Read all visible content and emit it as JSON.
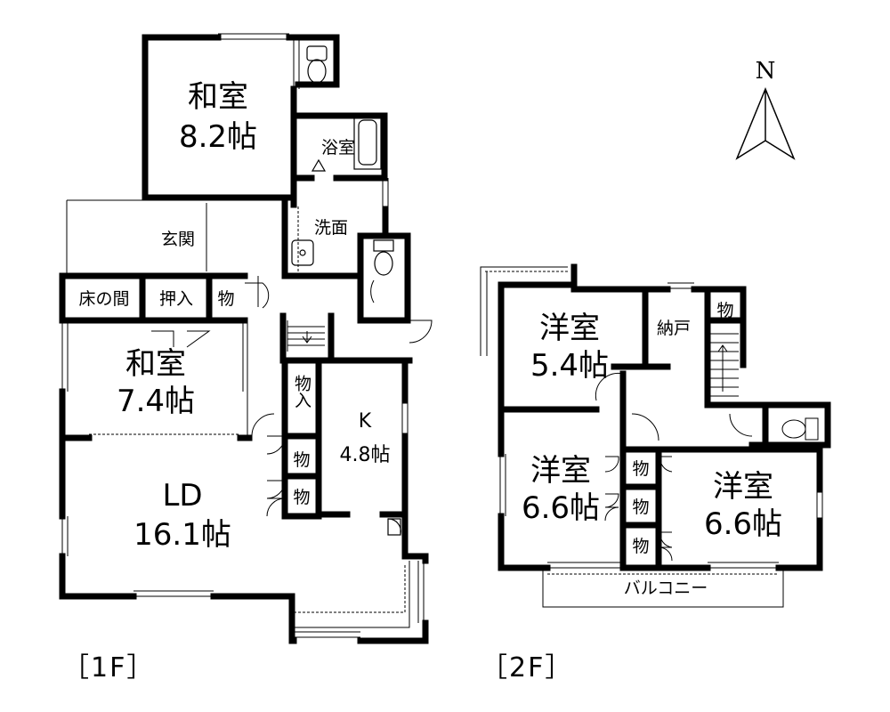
{
  "compass": {
    "north": "N"
  },
  "floor1": {
    "label": "［1F］",
    "rooms": {
      "washitsu_a": {
        "name": "和室",
        "size": "8.2帖"
      },
      "bath": "浴室",
      "wash": "洗面",
      "entrance": "玄関",
      "tokonoma": "床の間",
      "oshiire": "押入",
      "mono_a": "物",
      "washitsu_b": {
        "name": "和室",
        "size": "7.4帖"
      },
      "storage_in": "物入",
      "kitchen": {
        "name": "K",
        "size": "4.8帖"
      },
      "mono_b": "物",
      "mono_c": "物",
      "ld": {
        "name": "LD",
        "size": "16.1帖"
      }
    }
  },
  "floor2": {
    "label": "［2F］",
    "rooms": {
      "western_a": {
        "name": "洋室",
        "size": "5.4帖"
      },
      "nando": "納戸",
      "mono_a": "物",
      "western_b": {
        "name": "洋室",
        "size": "6.6帖"
      },
      "mono_b": "物",
      "mono_c": "物",
      "mono_d": "物",
      "western_c": {
        "name": "洋室",
        "size": "6.6帖"
      },
      "balcony": "バルコニー"
    }
  }
}
